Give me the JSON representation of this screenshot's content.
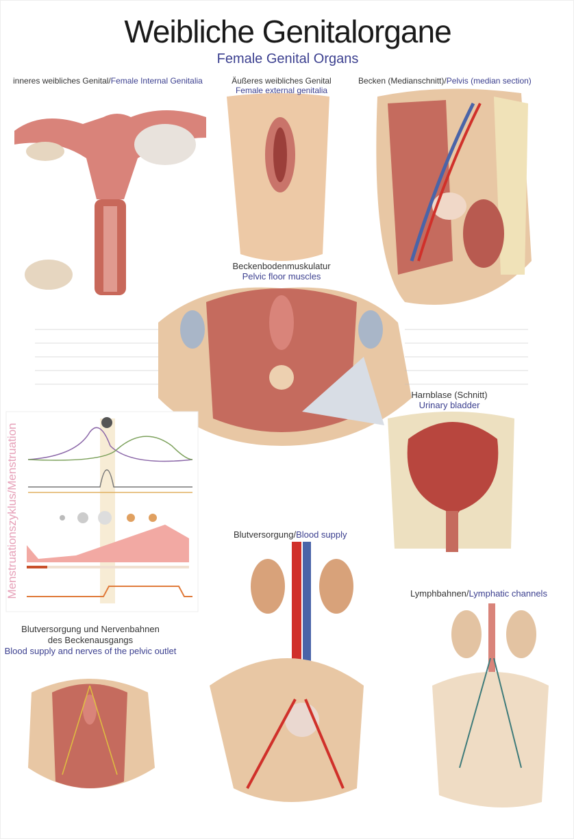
{
  "title": "Weibliche Genitalorgane",
  "subtitle": "Female Genital Organs",
  "sections": {
    "internal": {
      "de": "inneres weibliches Genital/",
      "en": "Female Internal Genitalia"
    },
    "external": {
      "de": "Äußeres weibliches Genital",
      "en": "Female external genitalia"
    },
    "pelvis": {
      "de": "Becken (Medianschnitt)/",
      "en": "Pelvis (median section)"
    },
    "pelvic_floor": {
      "de": "Beckenbodenmuskulatur",
      "en": "Pelvic floor muscles"
    },
    "bladder": {
      "de": "Harnblase (Schnitt)",
      "en": "Urinary bladder"
    },
    "menstruation": {
      "de": "Menstruationszyklus/Menstruation"
    },
    "blood_supply": {
      "de": "Blutversorgung/",
      "en": "Blood supply"
    },
    "lymph": {
      "de": "Lymphbahnen/",
      "en": "Lymphatic channels"
    },
    "pelvic_outlet": {
      "de1": "Blutversorgung und Nervenbahnen",
      "de2": "des Beckenausgangs",
      "en": "Blood supply and nerves of the pelvic outlet"
    }
  },
  "colors": {
    "accent": "#3b3f8f",
    "muscle": "#c8685a",
    "skin": "#e9c9a8",
    "artery": "#d0302a",
    "vein": "#4a64a8"
  }
}
